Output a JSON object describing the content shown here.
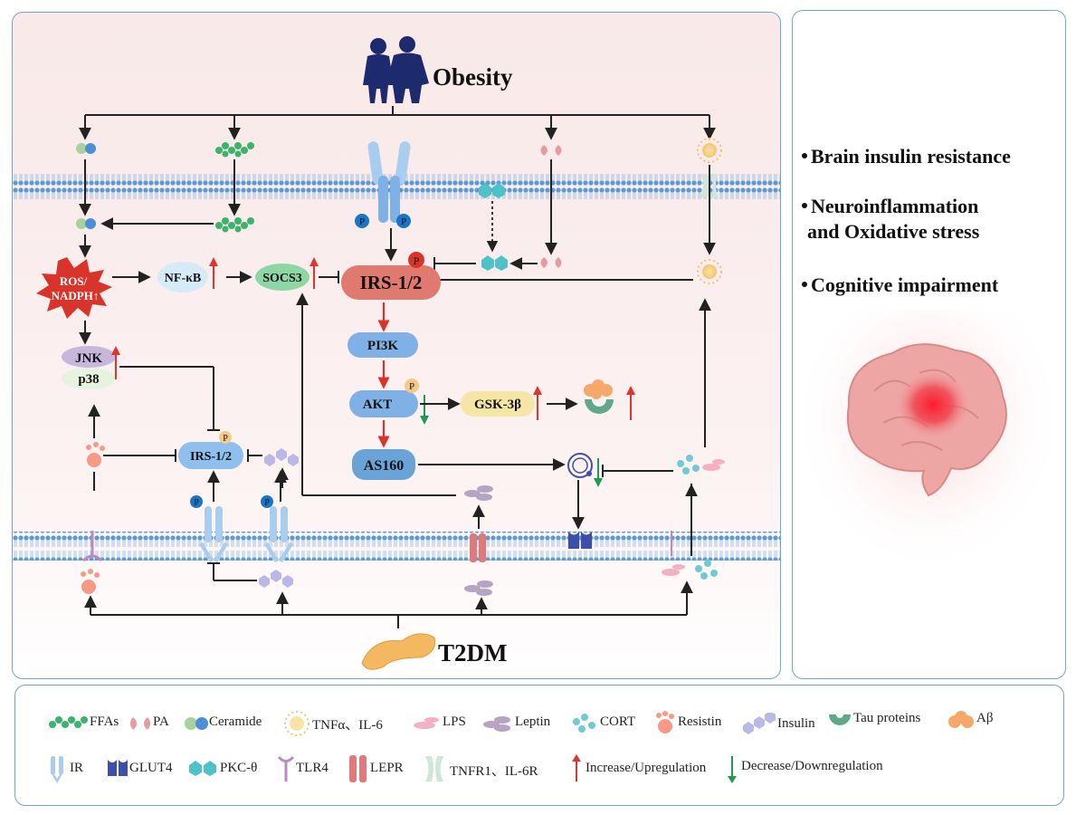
{
  "diagram": {
    "top_source": "Obesity",
    "bottom_source": "T2DM",
    "nodes": {
      "ros": "ROS/",
      "nadph": "NADPH↑",
      "nfkb": "NF-κB",
      "socs3": "SOCS3",
      "irs_main": "IRS-1/2",
      "pi3k": "PI3K",
      "akt": "AKT",
      "gsk3b": "GSK-3β",
      "as160": "AS160",
      "jnk": "JNK",
      "p38": "p38",
      "irs_lower": "IRS-1/2",
      "phospho": "P"
    }
  },
  "outcomes": [
    "Brain insulin resistance",
    "Neuroinflammation",
    "and Oxidative stress",
    "Cognitive impairment"
  ],
  "legend": {
    "ffas": "FFAs",
    "pa": "PA",
    "ceramide": "Ceramide",
    "tnf": "TNFα、IL-6",
    "lps": "LPS",
    "leptin": "Leptin",
    "cort": "CORT",
    "resistin": "Resistin",
    "insulin": "Insulin",
    "tau": "Tau proteins",
    "abeta": "Aβ",
    "ir": "IR",
    "glut4": "GLUT4",
    "pkc": "PKC-θ",
    "tlr4": "TLR4",
    "lepr": "LEPR",
    "tnfr": "TNFR1、IL-6R",
    "increase": "Increase/Upregulation",
    "decrease": "Decrease/Downregulation"
  },
  "colors": {
    "panel_border": "#6aa7d3",
    "membrane": "#5b9bd5",
    "activation_arrow": "#d9342b",
    "increase": "#e0352d",
    "decrease": "#1f9a55",
    "irs": "#e07a6e",
    "pi3k_akt": "#7fb1e6",
    "socs3": "#8fd6a6",
    "gsk3b": "#f6e6a6",
    "ros": "#d9342b",
    "silhouette": "#1e2a6e",
    "pancreas": "#f4b860"
  }
}
